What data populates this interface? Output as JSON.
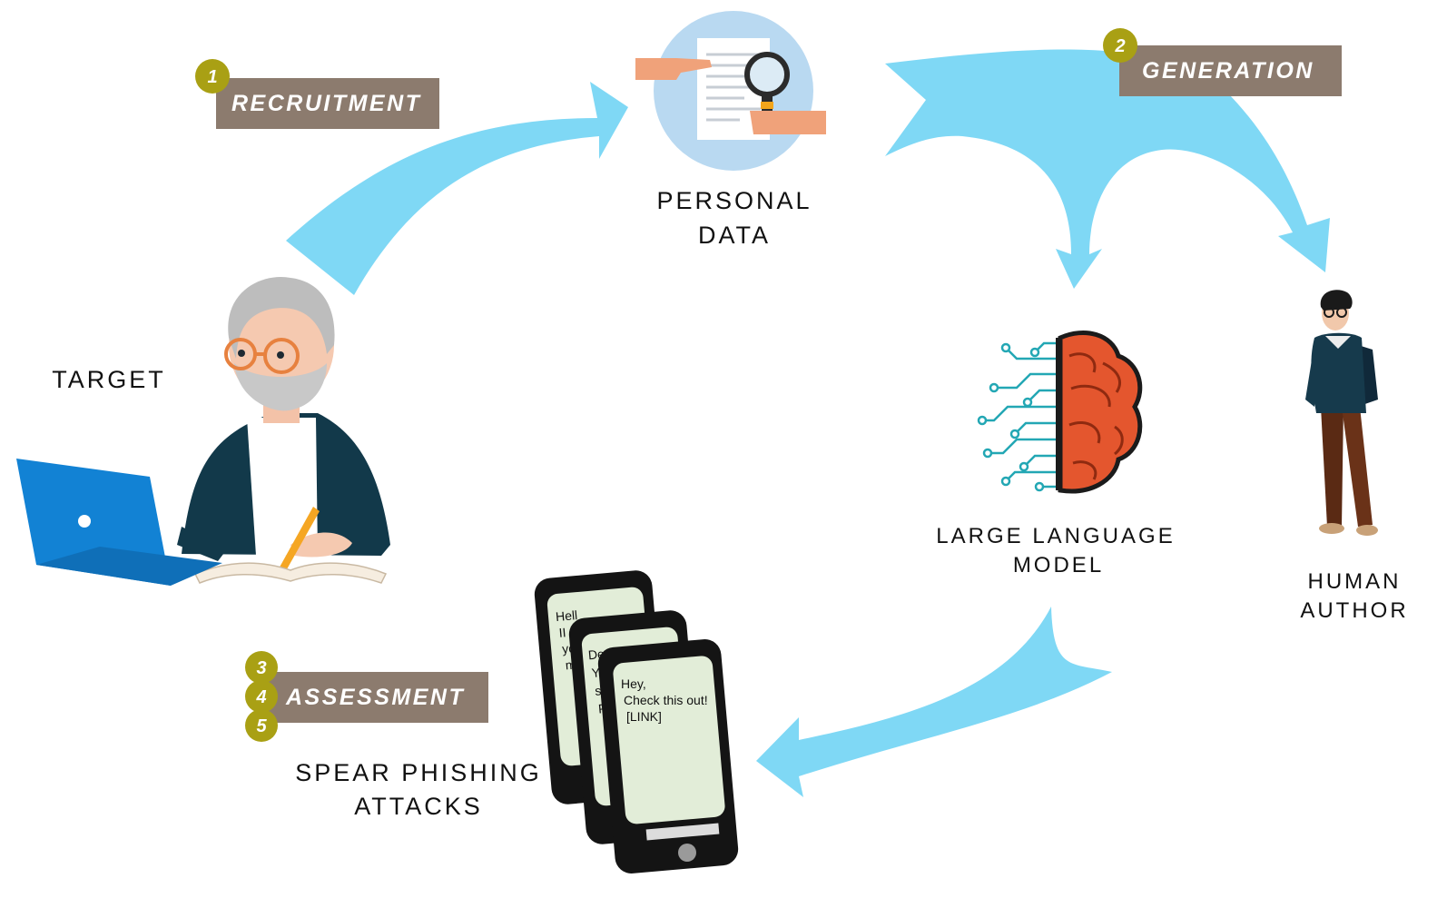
{
  "nodes": {
    "target": "TARGET",
    "personal_data": [
      "PERSONAL",
      "DATA"
    ],
    "llm": [
      "LARGE LANGUAGE",
      "MODEL"
    ],
    "human_author": [
      "HUMAN",
      "AUTHOR"
    ],
    "spear_phishing": [
      "SPEAR PHISHING",
      "ATTACKS"
    ]
  },
  "stages": {
    "recruitment": {
      "number": "1",
      "label": "RECRUITMENT"
    },
    "generation": {
      "number": "2",
      "label": "GENERATION"
    },
    "assessment": {
      "numbers": [
        "3",
        "4",
        "5"
      ],
      "label": "ASSESSMENT"
    }
  },
  "phone_message": [
    "Hey,",
    "Check this out!",
    "[LINK]"
  ],
  "colors": {
    "arrow": "#7FD8F5",
    "stage_label_bg": "#8C7B6E",
    "badge": "#A9A014",
    "phone_screen": "#E2EDD8"
  }
}
